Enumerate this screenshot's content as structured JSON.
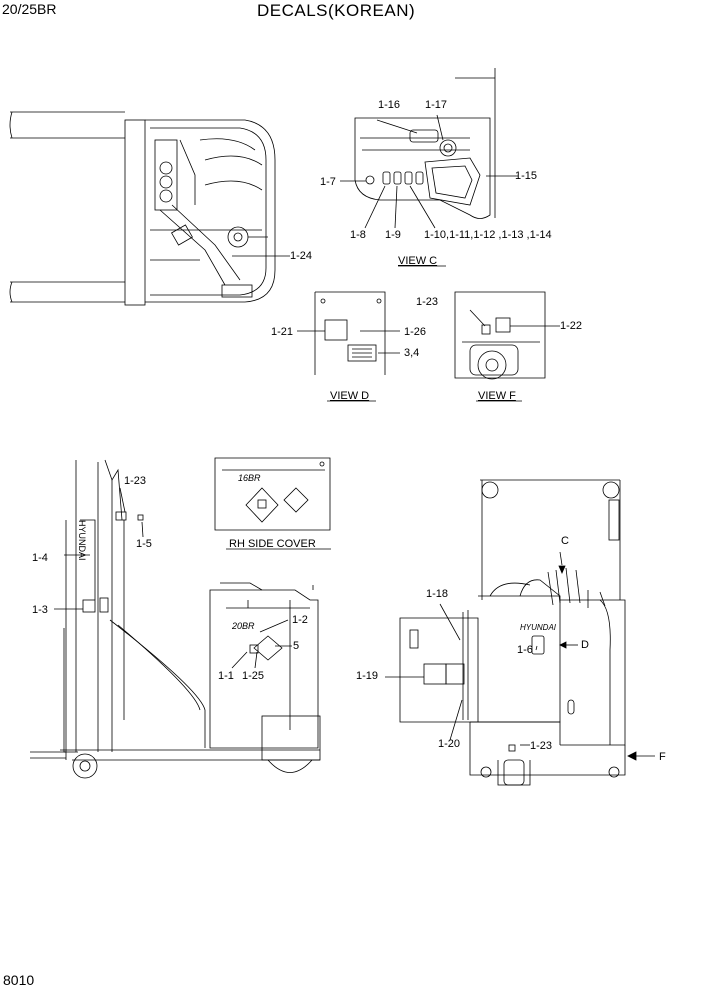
{
  "header": {
    "model": "20/25BR",
    "title": "DECALS(KOREAN)"
  },
  "footer": {
    "page_number": "8010"
  },
  "views": {
    "c": "VIEW C",
    "d": "VIEW D",
    "f": "VIEW F",
    "rh_side_cover": "RH SIDE COVER"
  },
  "callouts": {
    "c1_16": "1-16",
    "c1_17": "1-17",
    "c1_7": "1-7",
    "c1_15": "1-15",
    "c1_8": "1-8",
    "c1_9": "1-9",
    "c1_10_14": "1-10,1-11,1-12 ,1-13 ,1-14",
    "c1_24": "1-24",
    "c1_23_f": "1-23",
    "c1_22": "1-22",
    "c1_21": "1-21",
    "c1_26": "1-26",
    "c3_4": "3,4",
    "c1_23_side": "1-23",
    "c1_5": "1-5",
    "c1_4": "1-4",
    "c1_3": "1-3",
    "c1_2": "1-2",
    "c5": "5",
    "c1_1": "1-1",
    "c1_25": "1-25",
    "c_C": "C",
    "c1_18": "1-18",
    "c1_6": "1-6",
    "c_D": "D",
    "c1_19": "1-19",
    "c1_20": "1-20",
    "c1_23_rear": "1-23",
    "c_F": "F"
  },
  "decal_text": {
    "brand_vertical": "HYUNDAI",
    "brand_rear": "HYUNDAI",
    "model_badge_side": "20BR",
    "model_badge_cover": "16BR"
  }
}
